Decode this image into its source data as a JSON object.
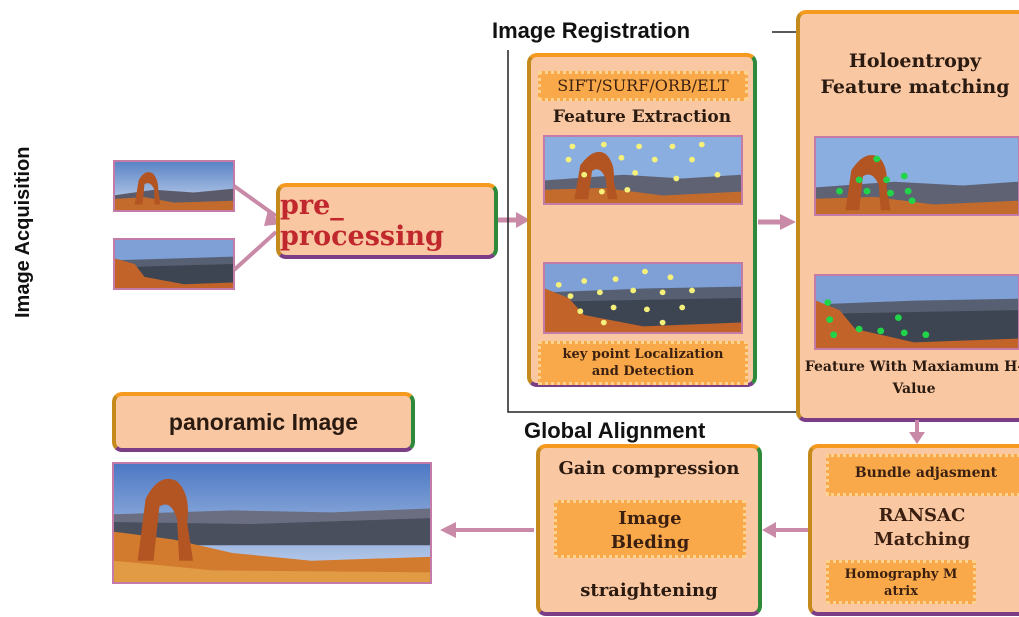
{
  "labels": {
    "image_acquisition": "Image Acquisition",
    "image_registration": "Image Registration",
    "global_alignment": "Global Alignment",
    "panoramic_image": "panoramic Image"
  },
  "preprocessing": {
    "label": "pre_ processing"
  },
  "feature_extraction": {
    "methods": "SIFT/SURF/ORB/ELT",
    "title": "Feature Extraction",
    "keypoint": "key point Localization and Detection"
  },
  "holoentropy": {
    "title": "Holoentropy Feature matching",
    "footer": "Feature With Maxiamum H-Value"
  },
  "bundle": {
    "bundle_adjustment": "Bundle adjasment",
    "ransac": "RANSAC Matching",
    "homography": "Homography M atrix"
  },
  "global_alignment_box": {
    "gain": "Gain compression",
    "blending": "Image Bleding",
    "straightening": "straightening"
  },
  "colors": {
    "box_fill": "#f9c7a2",
    "pill_fill": "#f9a94a",
    "arrow": "#c98aa8",
    "keypoint_yellow": "#f4f07a",
    "match_green": "#22d44a",
    "preprocess_text": "#c0282d"
  }
}
